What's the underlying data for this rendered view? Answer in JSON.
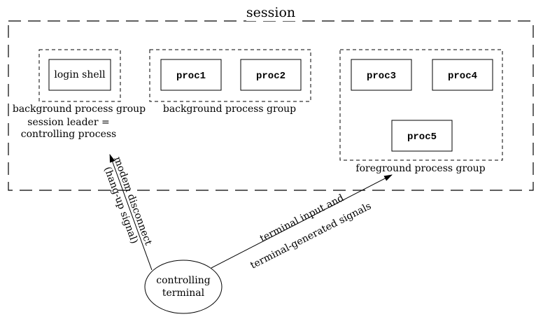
{
  "session": {
    "title": "session",
    "groups": {
      "left_group": {
        "label": "background process group",
        "processes": [
          "login shell"
        ]
      },
      "middle_group": {
        "label": "background process group",
        "processes": [
          "proc1",
          "proc2"
        ]
      },
      "right_group": {
        "label": "foreground process group",
        "processes": [
          "proc3",
          "proc4",
          "proc5"
        ]
      }
    },
    "session_leader": [
      "session leader =",
      "controlling process"
    ]
  },
  "terminal": {
    "label": [
      "controlling",
      "terminal"
    ]
  },
  "arrows": {
    "hangup": [
      "modem disconnect",
      "(hang-up signal)"
    ],
    "signals": [
      "terminal input and",
      "terminal-generated signals"
    ]
  }
}
